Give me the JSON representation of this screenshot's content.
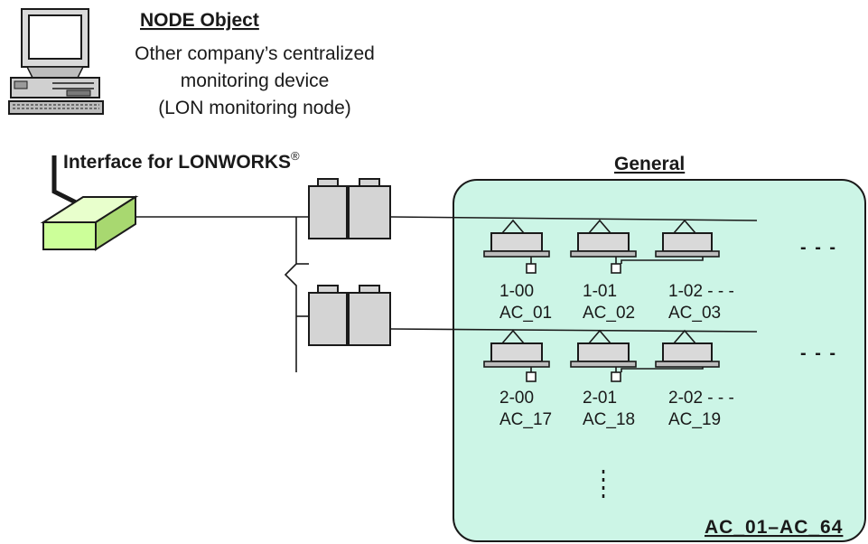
{
  "node": {
    "title": "NODE Object",
    "desc_line1": "Other company’s centralized",
    "desc_line2": "monitoring device",
    "desc_line3": "(LON monitoring node)"
  },
  "interface": {
    "label": "Interface for LONWORKS",
    "sup": "®"
  },
  "group": {
    "title": "General",
    "range": "AC_01–AC_64"
  },
  "row1": {
    "units": [
      {
        "address": "1-00",
        "name": "AC_01"
      },
      {
        "address": "1-01",
        "name": "AC_02"
      },
      {
        "address": "1-02 - - -",
        "name": "AC_03"
      }
    ],
    "more": "- - -"
  },
  "row2": {
    "units": [
      {
        "address": "2-00",
        "name": "AC_17"
      },
      {
        "address": "2-01",
        "name": "AC_18"
      },
      {
        "address": "2-02 - - -",
        "name": "AC_19"
      }
    ],
    "more": "- - -"
  },
  "colors": {
    "group_fill": "#ccf5e6",
    "interface_fill": "#ccff99",
    "outdoor_fill": "#d4d4d4",
    "indoor_fill": "#d9d9d9",
    "line": "#1a1a1a"
  }
}
